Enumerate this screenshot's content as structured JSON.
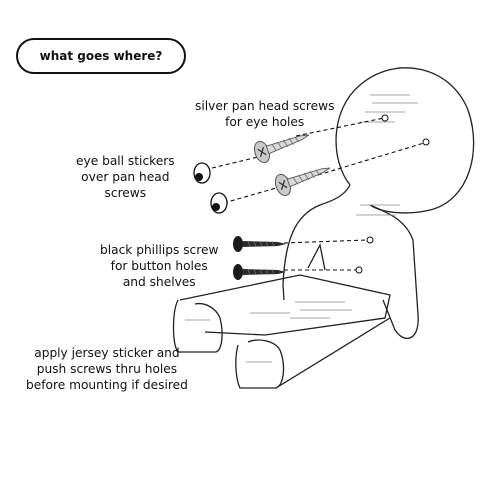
{
  "header": {
    "title": "what goes where?"
  },
  "labels": {
    "silver_screws": [
      "silver pan head screws",
      "for eye holes"
    ],
    "eye_stickers": [
      "eye ball stickers",
      "over pan head",
      "screws"
    ],
    "black_screws": [
      "black phillips screw",
      "for button holes",
      "and shelves"
    ],
    "jersey_note": [
      "apply jersey sticker and",
      "push screws thru holes",
      "before mounting if desired"
    ]
  },
  "icons": {
    "silver_screw": "silver-pan-head-screw-icon",
    "black_screw": "black-phillips-screw-icon",
    "eye_sticker": "eyeball-sticker-icon"
  },
  "colors": {
    "line": "#111111",
    "silver": "#c9c9c9",
    "black_screw": "#1a1a1a"
  }
}
